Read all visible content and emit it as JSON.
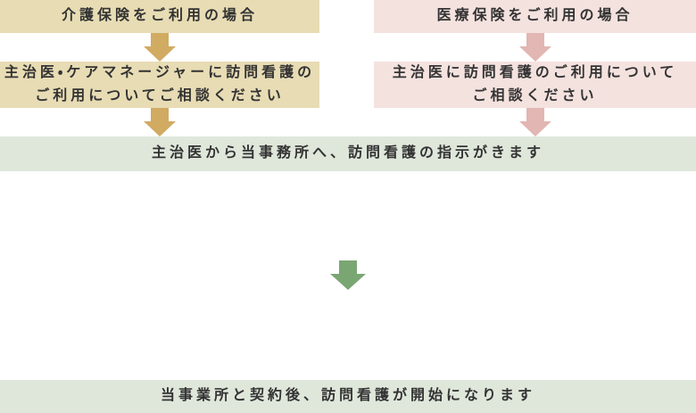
{
  "theme": {
    "background": "#ffffff",
    "text": "#333333",
    "kaigo_box": "#e7dcb4",
    "kaigo_arrow": "#d1ab62",
    "iryo_box": "#f4e2df",
    "iryo_arrow": "#e2b6b2",
    "shared_box": "#dfe7db",
    "shared_arrow": "#7aa673"
  },
  "flow": {
    "columns": [
      {
        "id": "kaigo",
        "step1": {
          "label": "介護保険をご利用の場合"
        },
        "step2": {
          "line1": "主治医・ケアマネージャーに訪問看護の",
          "line2": "ご利用についてご相談ください"
        }
      },
      {
        "id": "iryo",
        "step1": {
          "label": "医療保険をご利用の場合"
        },
        "step2": {
          "line1": "主治医に訪問看護のご利用について",
          "line2": "ご相談ください"
        }
      }
    ],
    "shared": {
      "step3": {
        "label": "主治医から当事務所へ、訪問看護の指示がきます"
      },
      "step4": {
        "label": "当事業所と契約後、訪問看護が開始になります"
      }
    }
  }
}
